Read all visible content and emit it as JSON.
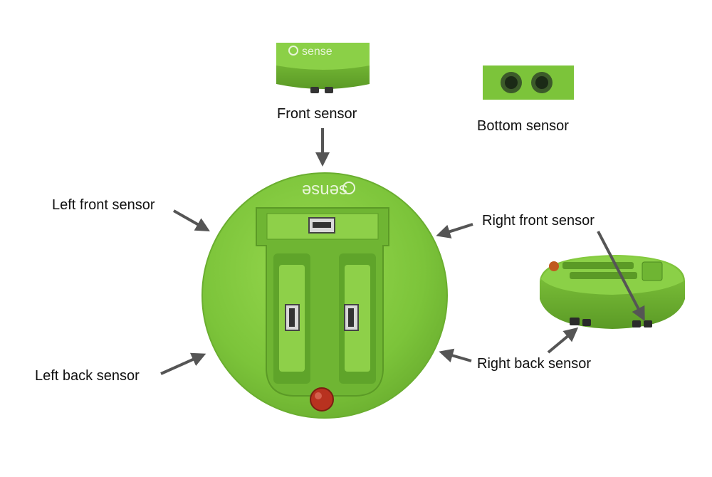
{
  "brand": {
    "logo_text": "sense"
  },
  "labels": {
    "front": "Front sensor",
    "bottom": "Bottom sensor",
    "left_front": "Left front sensor",
    "right_front": "Right front sensor",
    "left_back": "Left back sensor",
    "right_back": "Right back sensor"
  },
  "colors": {
    "device_green": "#7cc43a",
    "device_light": "#93d64e",
    "device_dark": "#5e9f28",
    "arrow": "#555555",
    "button_red": "#b8321f"
  }
}
